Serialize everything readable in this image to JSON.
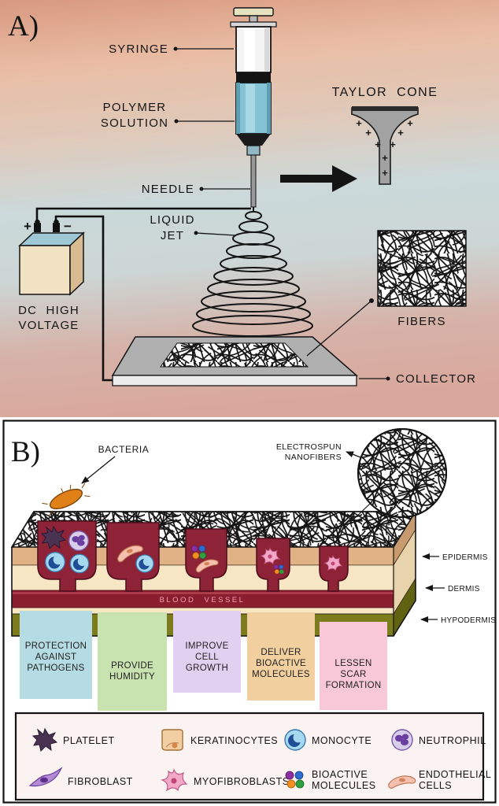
{
  "panel_a": {
    "corner_label": "A)",
    "labels": {
      "syringe": "SYRINGE",
      "polymer_1": "POLYMER",
      "polymer_2": "SOLUTION",
      "needle": "NEEDLE",
      "liquid_1": "LIQUID",
      "liquid_2": "JET",
      "taylor_cone": "TAYLOR CONE",
      "dc_1": "DC HIGH",
      "dc_2": "VOLTAGE",
      "fibers": "FIBERS",
      "collector": "COLLECTOR"
    },
    "power_supply": {
      "plus": "+",
      "minus": "−"
    },
    "charge_symbol": "+",
    "colors": {
      "polymer_solution": "#85c3d4",
      "taylor_cone_fill": "#a2a2a2",
      "collector_top": "#b0b0b0"
    }
  },
  "panel_b": {
    "corner_label": "B)",
    "labels": {
      "bacteria": "BACTERIA",
      "nanofibers_1": "ELECTROSPUN",
      "nanofibers_2": "NANOFIBERS",
      "blood_vessel": "BLOOD VESSEL"
    },
    "skin_layers": [
      {
        "label": "EPIDERMIS"
      },
      {
        "label": "DERMIS"
      },
      {
        "label": "HYPODERMIS"
      }
    ],
    "functions": [
      {
        "color": "#b5dce4",
        "lines": [
          "PROTECTION",
          "AGAINST",
          "PATHOGENS"
        ]
      },
      {
        "color": "#c8e2b0",
        "lines": [
          "PROVIDE",
          "HUMIDITY"
        ]
      },
      {
        "color": "#e2d0f0",
        "lines": [
          "IMPROVE",
          "CELL",
          "GROWTH"
        ]
      },
      {
        "color": "#f2cf9e",
        "lines": [
          "DELIVER",
          "BIOACTIVE",
          "MOLECULES"
        ]
      },
      {
        "color": "#f8c8d8",
        "lines": [
          "LESSEN",
          "SCAR",
          "FORMATION"
        ]
      }
    ],
    "legend": [
      {
        "icon": "platelet-icon",
        "lines": [
          "PLATELET"
        ]
      },
      {
        "icon": "keratinocytes-icon",
        "lines": [
          "KERATINOCYTES"
        ]
      },
      {
        "icon": "monocyte-icon",
        "lines": [
          "MONOCYTE"
        ]
      },
      {
        "icon": "neutrophil-icon",
        "lines": [
          "NEUTROPHIL"
        ]
      },
      {
        "icon": "fibroblast-icon",
        "lines": [
          "FIBROBLAST"
        ]
      },
      {
        "icon": "myofibroblasts-icon",
        "lines": [
          "MYOFIBROBLASTS"
        ]
      },
      {
        "icon": "bioactive-molecules-icon",
        "lines": [
          "BIOACTIVE",
          "MOLECULES"
        ]
      },
      {
        "icon": "endothelial-cells-icon",
        "lines": [
          "ENDOTHELIAL",
          "CELLS"
        ]
      }
    ],
    "colors": {
      "epidermis": "#e0b285",
      "dermis": "#f7e6c4",
      "hypodermis": "#7c7c1c",
      "blood_vessel": "#8b1e2e",
      "wound_site": "#8e2236"
    }
  }
}
